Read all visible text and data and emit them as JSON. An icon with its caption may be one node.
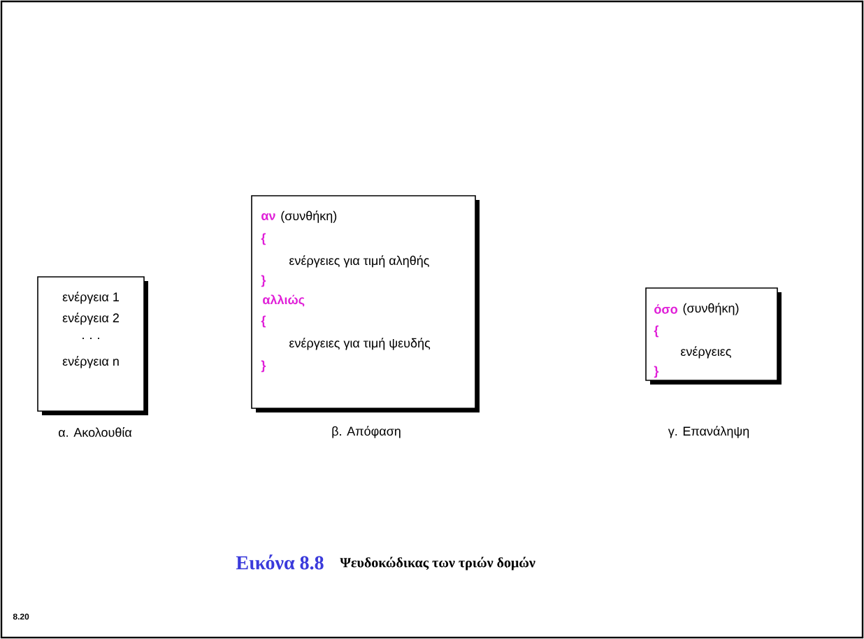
{
  "diagram": {
    "nodes": [
      {
        "text": [
          "ενέργεια 1",
          "ενέργεια 2",
          "· · ·",
          "ενέργεια n"
        ],
        "beside": [
          "α. Ακολουθία"
        ]
      },
      {
        "text": [
          "αν",
          "(συνθήκη)",
          "{",
          "ενέργειες για τιμή αληθής",
          "}",
          "αλλιώς",
          "{",
          "ενέργειες για τιμή ψευδής",
          "}"
        ],
        "beside": [
          "β. Απόφαση"
        ]
      },
      {
        "text": [
          "όσο",
          "(συνθήκη)",
          "{",
          "ενέργειες",
          "}"
        ],
        "beside": [
          "γ. Επανάληψη"
        ]
      }
    ],
    "labels": [
      "Εικόνα 8.8",
      "Ψευδοκώδικας των τριών δομών",
      "8.20"
    ]
  }
}
